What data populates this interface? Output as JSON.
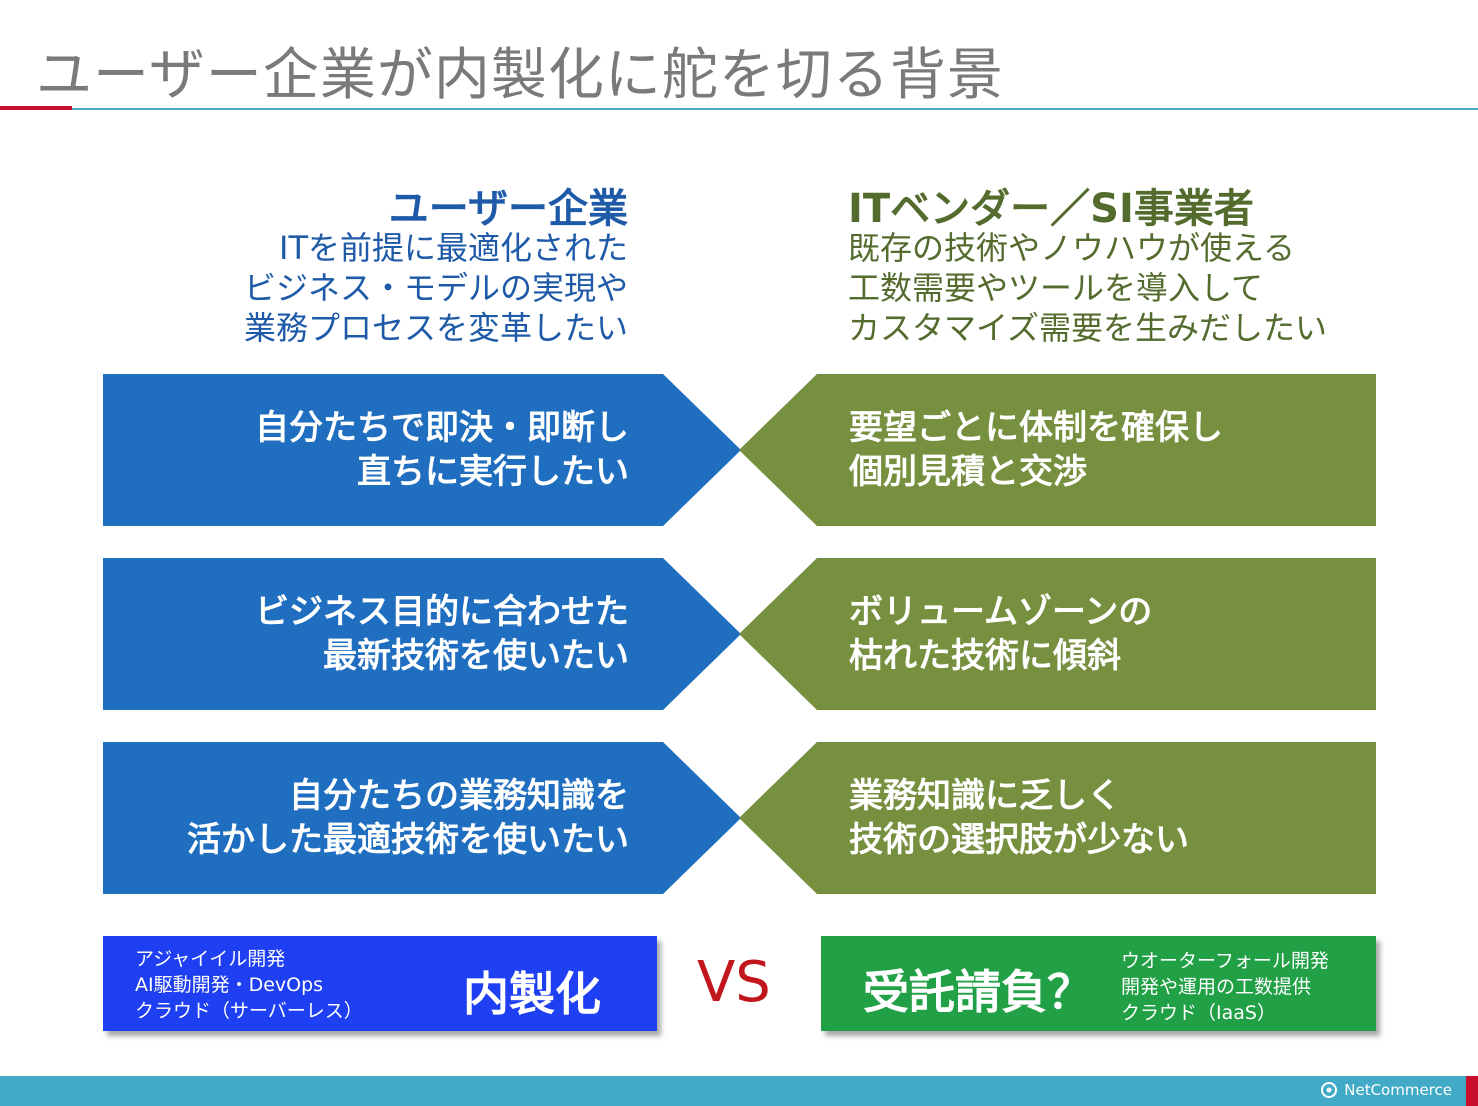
{
  "title": "ユーザー企業が内製化に舵を切る背景",
  "left": {
    "heading": "ユーザー企業",
    "subtitle": "ITを前提に最適化された\nビジネス・モデルの実現や\n業務プロセスを変革したい",
    "arrows": [
      "自分たちで即決・即断し\n直ちに実行したい",
      "ビジネス目的に合わせた\n最新技術を使いたい",
      "自分たちの業務知識を\n活かした最適技術を使いたい"
    ],
    "box": {
      "items": "アジャイイル開発\nAI駆動開発・DevOps\nクラウド（サーバーレス）",
      "label": "内製化"
    }
  },
  "right": {
    "heading": "ITベンダー／SI事業者",
    "subtitle": "既存の技術やノウハウが使える\n工数需要やツールを導入して\nカスタマイズ需要を生みだしたい",
    "arrows": [
      "要望ごとに体制を確保し\n個別見積と交渉",
      "ボリュームゾーンの\n枯れた技術に傾斜",
      "業務知識に乏しく\n技術の選択肢が少ない"
    ],
    "box": {
      "label": "受託請負？",
      "items": "ウオーターフォール開発\n開発や運用の工数提供\nクラウド（IaaS）"
    }
  },
  "vs": "VS",
  "footer": {
    "brand": "NetCommerce"
  },
  "colors": {
    "left_arrow": "#1f6ebf",
    "right_arrow": "#77903f",
    "left_box": "#1f3ff2",
    "right_box": "#21a045",
    "vs": "#c0161c",
    "footer": "#41aac7",
    "accent_red": "#c8102e"
  }
}
